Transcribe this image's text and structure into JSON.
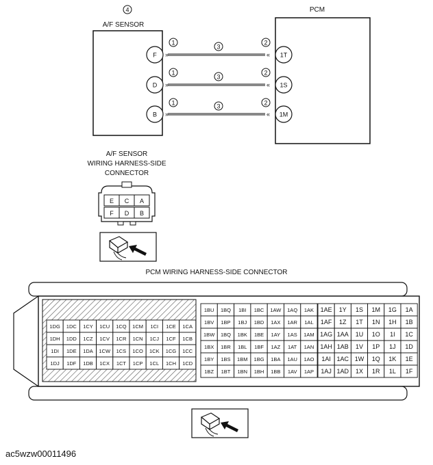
{
  "af_sensor": {
    "callout": "4",
    "title": "A/F SENSOR",
    "pins": [
      "F",
      "D",
      "B"
    ]
  },
  "pcm": {
    "title": "PCM",
    "pins": [
      "1T",
      "1S",
      "1M"
    ]
  },
  "callouts": {
    "sensor_side": "1",
    "wire": "3",
    "pcm_side": "2"
  },
  "af_connector": {
    "title_lines": [
      "A/F SENSOR",
      "WIRING HARNESS-SIDE",
      "CONNECTOR"
    ],
    "rows": [
      [
        "E",
        "C",
        "A"
      ],
      [
        "F",
        "D",
        "B"
      ]
    ]
  },
  "pcm_connector": {
    "title": "PCM WIRING HARNESS-SIDE CONNECTOR",
    "block_d": [
      [
        "1DG",
        "1DC",
        "1CY",
        "1CU",
        "1CQ",
        "1CM",
        "1CI",
        "1CE",
        "1CA"
      ],
      [
        "1DH",
        "1DD",
        "1CZ",
        "1CV",
        "1CR",
        "1CN",
        "1CJ",
        "1CF",
        "1CB"
      ],
      [
        "1DI",
        "1DE",
        "1DA",
        "1CW",
        "1CS",
        "1CO",
        "1CK",
        "1CG",
        "1CC"
      ],
      [
        "1DJ",
        "1DF",
        "1DB",
        "1CX",
        "1CT",
        "1CP",
        "1CL",
        "1CH",
        "1CD"
      ]
    ],
    "block_b": [
      [
        "1BU",
        "1BQ",
        "1BI",
        "1BC",
        "1AW",
        "1AQ",
        "1AK"
      ],
      [
        "1BV",
        "1BP",
        "1BJ",
        "1BD",
        "1AX",
        "1AR",
        "1AL"
      ],
      [
        "1BW",
        "1BQ",
        "1BK",
        "1BE",
        "1AY",
        "1AS",
        "1AM"
      ],
      [
        "1BX",
        "1BR",
        "1BL",
        "1BF",
        "1AZ",
        "1AT",
        "1AN"
      ],
      [
        "1BY",
        "1BS",
        "1BM",
        "1BG",
        "1BA",
        "1AU",
        "1AO"
      ],
      [
        "1BZ",
        "1BT",
        "1BN",
        "1BH",
        "1BB",
        "1AV",
        "1AP"
      ]
    ],
    "block_a": [
      [
        "1AE",
        "1Y",
        "1S",
        "1M",
        "1G",
        "1A"
      ],
      [
        "1AF",
        "1Z",
        "1T",
        "1N",
        "1H",
        "1B"
      ],
      [
        "1AG",
        "1AA",
        "1U",
        "1O",
        "1I",
        "1C"
      ],
      [
        "1AH",
        "1AB",
        "1V",
        "1P",
        "1J",
        "1D"
      ],
      [
        "1AI",
        "1AC",
        "1W",
        "1Q",
        "1K",
        "1E"
      ],
      [
        "1AJ",
        "1AD",
        "1X",
        "1R",
        "1L",
        "1F"
      ]
    ]
  },
  "doc_id": "ac5wzw00011496"
}
